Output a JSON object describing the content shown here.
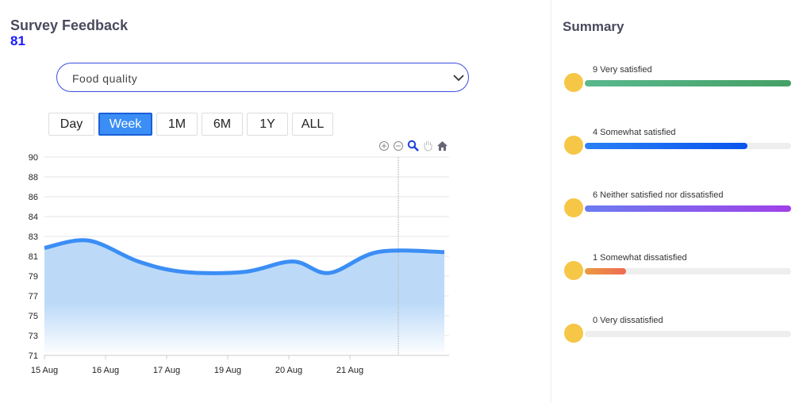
{
  "header": {
    "title": "Survey Feedback",
    "score": "81"
  },
  "select": {
    "value": "Food quality"
  },
  "range_buttons": [
    {
      "label": "Day",
      "active": false
    },
    {
      "label": "Week",
      "active": true
    },
    {
      "label": "1M",
      "active": false
    },
    {
      "label": "6M",
      "active": false
    },
    {
      "label": "1Y",
      "active": false
    },
    {
      "label": "ALL",
      "active": false
    }
  ],
  "toolbar": [
    "zoom-in-icon",
    "zoom-out-icon",
    "zoom-select-icon",
    "pan-icon",
    "home-icon"
  ],
  "chart_data": {
    "type": "area",
    "ylim": [
      71,
      90
    ],
    "ytick_labels": [
      "90",
      "88",
      "86",
      "84",
      "83",
      "81",
      "79",
      "77",
      "75",
      "73",
      "71"
    ],
    "xtick_labels": [
      "15 Aug",
      "16 Aug",
      "17 Aug",
      "19 Aug",
      "20 Aug",
      "21 Aug"
    ],
    "x_range": [
      0,
      6.6
    ],
    "series": [
      {
        "name": "Food quality",
        "color": "#3b8ef5",
        "points": [
          [
            0,
            81.3
          ],
          [
            0.73,
            82.0
          ],
          [
            1.55,
            80.0
          ],
          [
            2.3,
            79.0
          ],
          [
            3.3,
            79.0
          ],
          [
            4.1,
            80.0
          ],
          [
            4.7,
            78.9
          ],
          [
            5.5,
            80.9
          ],
          [
            6.6,
            80.9
          ]
        ]
      }
    ],
    "crosshair_x": 5.84,
    "grid": true
  },
  "summary": {
    "title": "Summary",
    "items": [
      {
        "label": "9 Very satisfied",
        "fraction": 1.0,
        "from": "#5ab88e",
        "to": "#45a065"
      },
      {
        "label": "4 Somewhat satisfied",
        "fraction": 0.79,
        "from": "#2a80f5",
        "to": "#0a55ee"
      },
      {
        "label": "6 Neither satisfied nor dissatisfied",
        "fraction": 1.0,
        "from": "#6c7cf0",
        "to": "#a040e8"
      },
      {
        "label": "1 Somewhat dissatisfied",
        "fraction": 0.2,
        "from": "#eb9a40",
        "to": "#ee6a55"
      },
      {
        "label": "0 Very dissatisfied",
        "fraction": 0,
        "from": "#ccc",
        "to": "#ccc"
      }
    ]
  }
}
